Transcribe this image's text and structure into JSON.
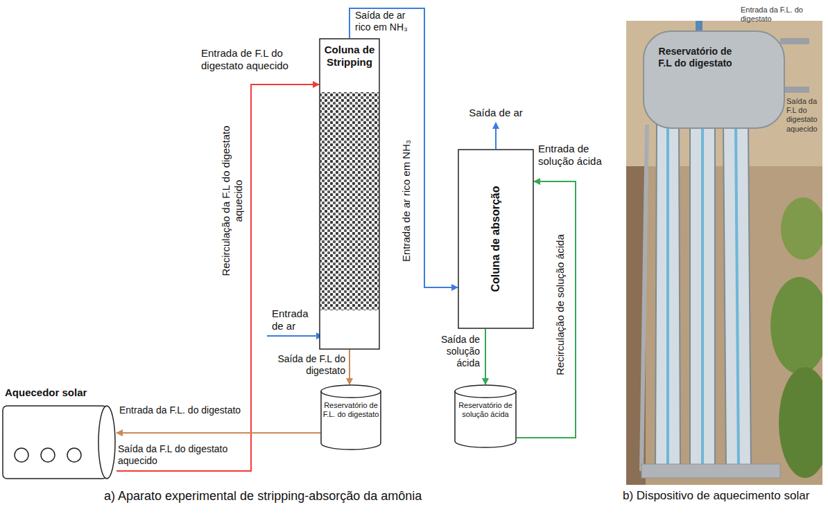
{
  "diagram": {
    "nodes": [
      {
        "text": [
          "Coluna de Stripping"
        ]
      },
      {
        "text": [
          "Coluna de absorção"
        ]
      },
      {
        "text": [
          "Reservatório de F.L. do digestato"
        ]
      },
      {
        "text": [
          "Reservatório de solução ácida"
        ]
      },
      {
        "text": [
          "Aquecedor solar"
        ]
      }
    ],
    "edges": [
      {
        "from": 4,
        "to": 0,
        "arrow": "to",
        "label": "Recirculação da F.L do digestato aquecido"
      },
      {
        "from": 0,
        "to": 1,
        "arrow": "to",
        "label": "Entrada de ar rico em NH₃"
      },
      {
        "from": 0,
        "to": 2,
        "arrow": "to",
        "label": "Saída de F.L do digestato"
      },
      {
        "from": 2,
        "to": 4,
        "arrow": "to",
        "label": "Entrada da F.L. do digestato"
      },
      {
        "from": 1,
        "to": 3,
        "arrow": "to",
        "label": "Saída de solução ácida"
      },
      {
        "from": 3,
        "to": 1,
        "arrow": "to",
        "label": "Recirculação de solução ácida"
      }
    ],
    "labels": [
      "Entrada de F.L do digestato aquecido",
      "Saída da F.L do digestato aquecido",
      "Saída de ar rico em NH₃",
      "Entrada de ar",
      "Saída de ar",
      "Entrada de solução ácida",
      "Reservatório de F.L do digestato",
      "Entrada da F.L. do digestato",
      "Saída da F.L do digestato aquecido",
      "a) Aparato experimental de stripping-absorção da amônia",
      "b) Dispositivo de aquecimento solar"
    ]
  }
}
